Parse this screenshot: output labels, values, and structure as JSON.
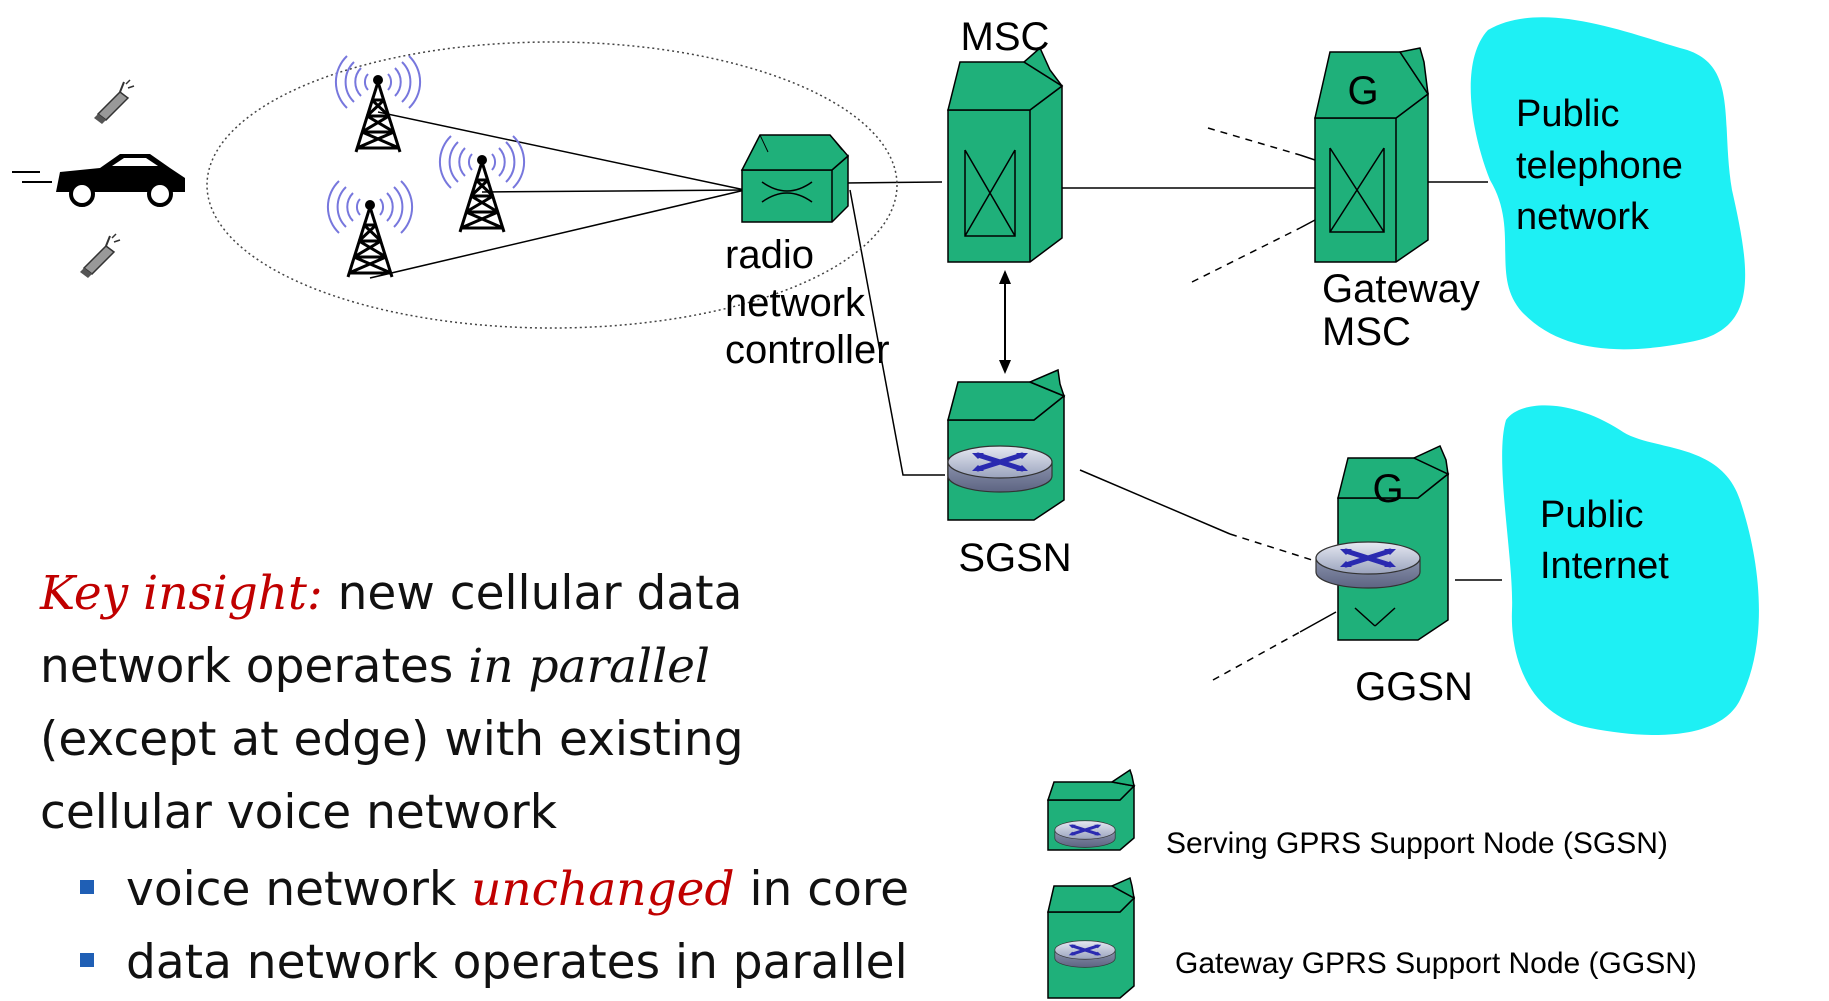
{
  "labels": {
    "msc": "MSC",
    "g_gateway_msc": "G",
    "public_telephone_1": "Public",
    "public_telephone_2": "telephone",
    "public_telephone_3": "network",
    "radio_1": "radio",
    "radio_2": "network",
    "radio_3": "controller",
    "gateway_msc_1": "Gateway",
    "gateway_msc_2": "MSC",
    "g_ggsn": "G",
    "public_internet_1": "Public",
    "public_internet_2": "Internet",
    "sgsn": "SGSN",
    "ggsn": "GGSN"
  },
  "legend": {
    "sgsn": "Serving GPRS Support Node (SGSN)",
    "ggsn": "Gateway GPRS Support Node (GGSN)"
  },
  "insight": {
    "key": "Key insight:",
    "line1_rest": " new cellular data",
    "line2_pre": "network operates ",
    "line2_ital": "in parallel",
    "line3": "(except at edge) with existing",
    "line4": "cellular voice network"
  },
  "bullets": {
    "b1_pre": "voice network ",
    "b1_ital": "unchanged",
    "b1_post": " in core",
    "b2": "data network operates in parallel"
  },
  "colors": {
    "node_green": "#1fb07a",
    "cloud_cyan": "#1ef0f4",
    "router_gray": "#9aa3bd",
    "router_arrow": "#2a2ab0",
    "accent_red": "#c00000",
    "bullet_blue": "#1f5fb5"
  }
}
